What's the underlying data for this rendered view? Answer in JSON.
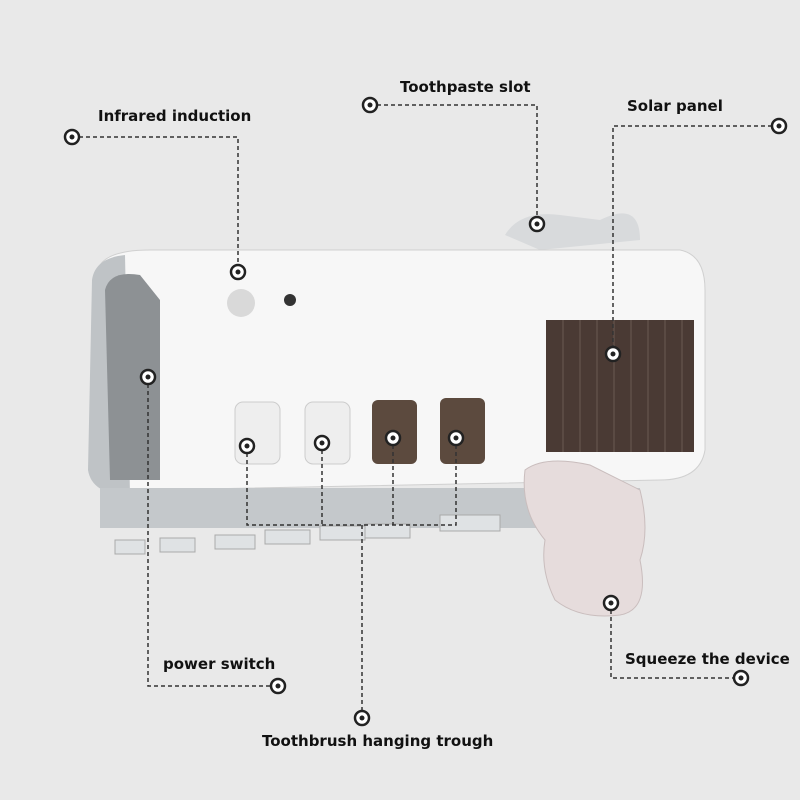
{
  "labels": {
    "toothpaste_slot": "Toothpaste slot",
    "infrared_induction": "Infrared induction",
    "solar_panel": "Solar panel",
    "power_switch": "power switch",
    "squeeze_device": "Squeeze the device",
    "toothbrush_trough": "Toothbrush hanging trough"
  },
  "colors": {
    "background": "#e9e9e9",
    "device": "#f7f7f7",
    "panel": "#4a3a34",
    "line": "#333333"
  }
}
